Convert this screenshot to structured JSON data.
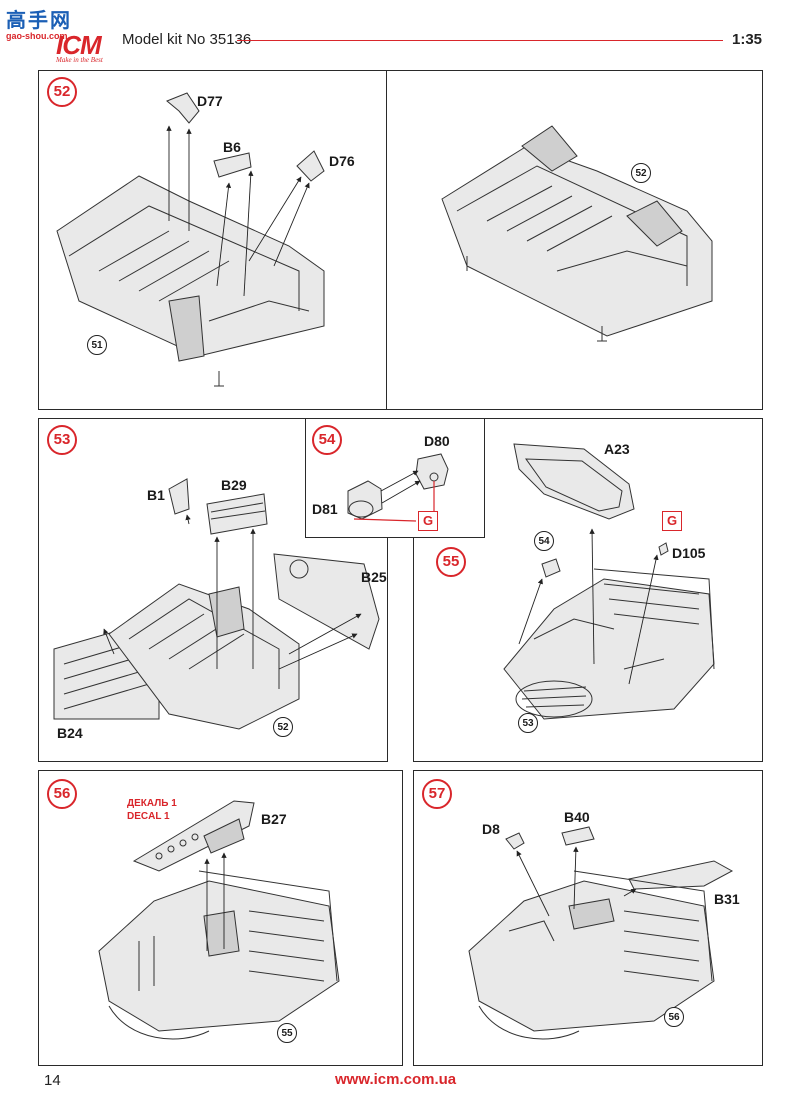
{
  "header": {
    "site_watermark_cn": "高手网",
    "site_watermark_url": "gao-shou.com",
    "brand": "ICM",
    "brand_slogan": "Make in the Best",
    "title": "Model kit No 35136",
    "scale": "1:35"
  },
  "footer": {
    "page_number": "14",
    "url": "www.icm.com.ua"
  },
  "colors": {
    "accent": "#d9262b",
    "line": "#2a2a2a"
  },
  "steps": {
    "s52": {
      "number": "52",
      "parts": {
        "d77": "D77",
        "b6": "B6",
        "d76": "D76"
      },
      "ref": "51",
      "result_ref": "52"
    },
    "s53": {
      "number": "53",
      "parts": {
        "b1": "B1",
        "b29": "B29",
        "b25": "B25",
        "b24": "B24"
      },
      "ref": "52"
    },
    "s54": {
      "number": "54",
      "parts": {
        "d80": "D80",
        "d81": "D81"
      },
      "sprue": "G"
    },
    "s55": {
      "number": "55",
      "parts": {
        "a23": "A23",
        "d105": "D105"
      },
      "sprue": "G",
      "ref_subassembly": "54",
      "ref": "53"
    },
    "s56": {
      "number": "56",
      "decal_ru": "ДЕКАЛЬ 1",
      "decal_en": "DECAL 1",
      "parts": {
        "b27": "B27"
      },
      "ref": "55"
    },
    "s57": {
      "number": "57",
      "parts": {
        "d8": "D8",
        "b40": "B40",
        "b31": "B31"
      },
      "ref": "56"
    }
  }
}
